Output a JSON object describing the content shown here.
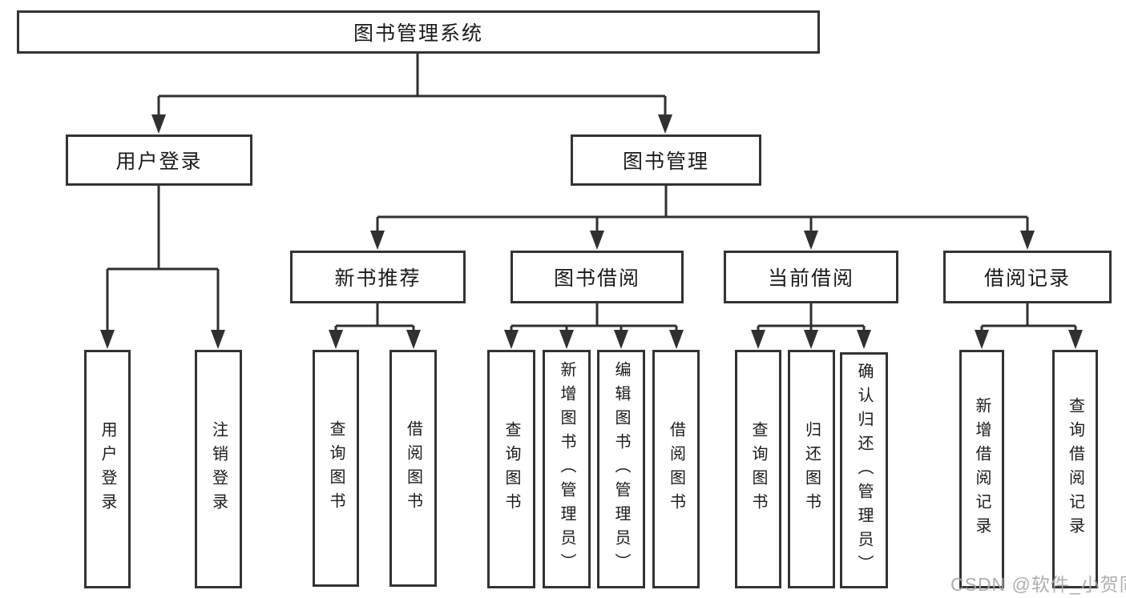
{
  "tree": {
    "root": {
      "label": "图书管理系统"
    },
    "level2": [
      {
        "label": "用户登录",
        "children": [
          {
            "label": "用户登录"
          },
          {
            "label": "注销登录"
          }
        ]
      },
      {
        "label": "图书管理",
        "children": [
          {
            "label": "新书推荐",
            "children": [
              {
                "label": "查询图书"
              },
              {
                "label": "借阅图书"
              }
            ]
          },
          {
            "label": "图书借阅",
            "children": [
              {
                "label": "查询图书"
              },
              {
                "label": "新增图书（管理员）"
              },
              {
                "label": "编辑图书（管理员）"
              },
              {
                "label": "借阅图书"
              }
            ]
          },
          {
            "label": "当前借阅",
            "children": [
              {
                "label": "查询图书"
              },
              {
                "label": "归还图书"
              },
              {
                "label": "确认归还（管理员）"
              }
            ]
          },
          {
            "label": "借阅记录",
            "children": [
              {
                "label": "新增借阅记录"
              },
              {
                "label": "查询借阅记录"
              }
            ]
          }
        ]
      }
    ]
  },
  "watermark": {
    "text": "CSDN @软件_小贺同学"
  },
  "colors": {
    "line": "#303030",
    "box_border": "#333333",
    "text": "#1a1a1a",
    "background": "#ffffff",
    "watermark": "#a5a5a5"
  }
}
